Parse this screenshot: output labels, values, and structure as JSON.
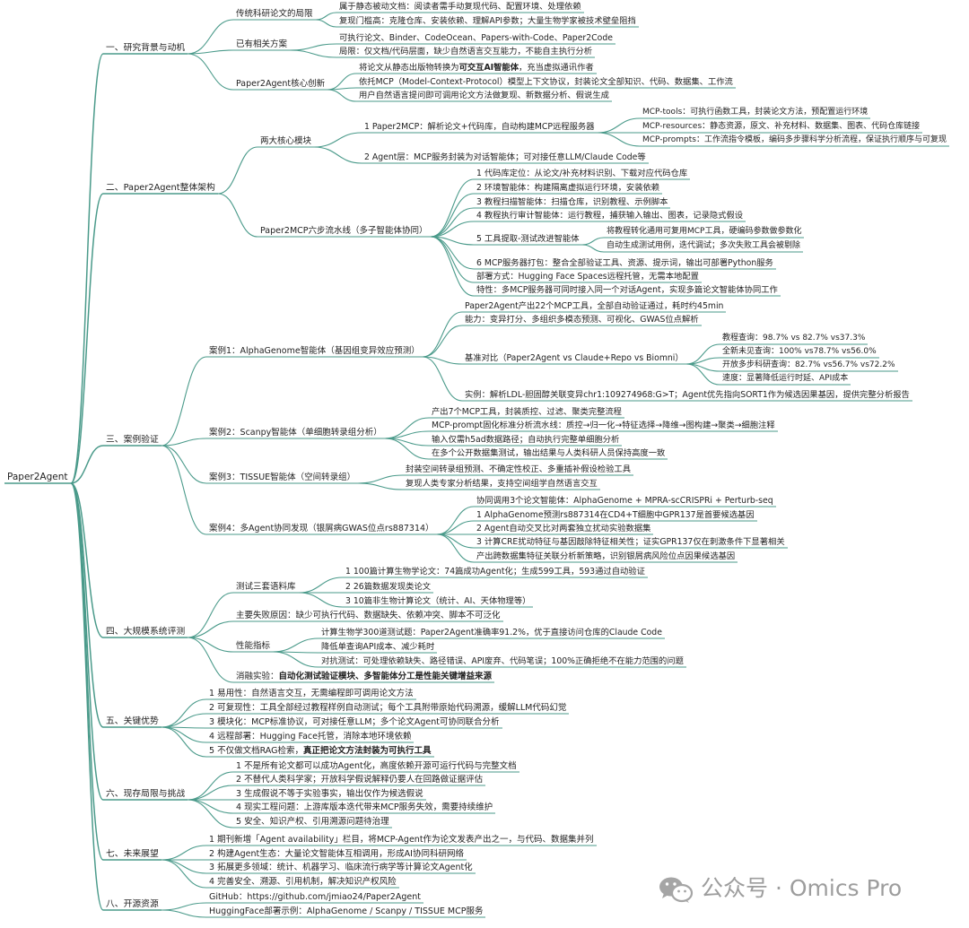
{
  "mindmap": {
    "root": "Paper2Agent",
    "nodes": [
      {
        "id": "s1",
        "parent": "root",
        "level": 1,
        "text": "一、研究背景与动机"
      },
      {
        "id": "s1a",
        "parent": "s1",
        "level": 2,
        "text": "传统科研论文的局限"
      },
      {
        "id": "s1a1",
        "parent": "s1a",
        "level": 3,
        "text": "属于静态被动文档：阅读者需手动复现代码、配置环境、处理依赖"
      },
      {
        "id": "s1a2",
        "parent": "s1a",
        "level": 3,
        "text": "复现门槛高：克隆仓库、安装依赖、理解API参数；大量生物学家被技术壁垒阻挡"
      },
      {
        "id": "s1b",
        "parent": "s1",
        "level": 2,
        "text": "已有相关方案"
      },
      {
        "id": "s1b1",
        "parent": "s1b",
        "level": 3,
        "text": "可执行论文、Binder、CodeOcean、Papers-with-Code、Paper2Code"
      },
      {
        "id": "s1b2",
        "parent": "s1b",
        "level": 3,
        "text": "局限：仅文档/代码层面，缺少自然语言交互能力，不能自主执行分析"
      },
      {
        "id": "s1c",
        "parent": "s1",
        "level": 2,
        "text": "Paper2Agent核心创新"
      },
      {
        "id": "s1c1",
        "parent": "s1c",
        "level": 3,
        "text": "将论文从静态出版物转换为",
        "bold": "可交互AI智能体",
        "after": "，充当虚拟通讯作者"
      },
      {
        "id": "s1c2",
        "parent": "s1c",
        "level": 3,
        "text": "依托MCP（Model-Context-Protocol）模型上下文协议，封装论文全部知识、代码、数据集、工作流"
      },
      {
        "id": "s1c3",
        "parent": "s1c",
        "level": 3,
        "text": "用户自然语言提问即可调用论文方法做复现、新数据分析、假说生成"
      },
      {
        "id": "s2",
        "parent": "root",
        "level": 1,
        "text": "二、Paper2Agent整体架构"
      },
      {
        "id": "s2a",
        "parent": "s2",
        "level": 2,
        "text": "两大核心模块"
      },
      {
        "id": "s2a1",
        "parent": "s2a",
        "level": 3,
        "text": "1 Paper2MCP：解析论文+代码库，自动构建MCP远程服务器"
      },
      {
        "id": "s2a1a",
        "parent": "s2a1",
        "level": 4,
        "text": "MCP-tools：可执行函数工具，封装论文方法，预配置运行环境"
      },
      {
        "id": "s2a1b",
        "parent": "s2a1",
        "level": 4,
        "text": "MCP-resources：静态资源，原文、补充材料、数据集、图表、代码仓库链接"
      },
      {
        "id": "s2a1c",
        "parent": "s2a1",
        "level": 4,
        "text": "MCP-prompts：工作流指令模板，编码多步骤科学分析流程，保证执行顺序与可复现"
      },
      {
        "id": "s2a2",
        "parent": "s2a",
        "level": 3,
        "text": "2 Agent层：MCP服务封装为对话智能体；可对接任意LLM/Claude Code等"
      },
      {
        "id": "s2b",
        "parent": "s2",
        "level": 2,
        "text": "Paper2MCP六步流水线（多子智能体协同）"
      },
      {
        "id": "s2b1",
        "parent": "s2b",
        "level": 3,
        "text": "1 代码库定位：从论文/补充材料识别、下载对应代码仓库"
      },
      {
        "id": "s2b2",
        "parent": "s2b",
        "level": 3,
        "text": "2 环境智能体：构建隔离虚拟运行环境，安装依赖"
      },
      {
        "id": "s2b3",
        "parent": "s2b",
        "level": 3,
        "text": "3 教程扫描智能体：扫描仓库，识别教程、示例脚本"
      },
      {
        "id": "s2b4",
        "parent": "s2b",
        "level": 3,
        "text": "4 教程执行审计智能体：运行教程，捕获输入输出、图表，记录隐式假设"
      },
      {
        "id": "s2b5",
        "parent": "s2b",
        "level": 3,
        "text": "5 工具提取-测试改进智能体"
      },
      {
        "id": "s2b5a",
        "parent": "s2b5",
        "level": 4,
        "text": "将教程转化通用可复用MCP工具，硬编码参数做参数化"
      },
      {
        "id": "s2b5b",
        "parent": "s2b5",
        "level": 4,
        "text": "自动生成测试用例，迭代调试；多次失败工具会被剔除"
      },
      {
        "id": "s2b6",
        "parent": "s2b",
        "level": 3,
        "text": "6 MCP服务器打包：整合全部验证工具、资源、提示词，输出可部署Python服务"
      },
      {
        "id": "s2b7",
        "parent": "s2b",
        "level": 3,
        "text": "部署方式：Hugging Face Spaces远程托管，无需本地配置"
      },
      {
        "id": "s2b8",
        "parent": "s2b",
        "level": 3,
        "text": "特性：多MCP服务器可同时接入同一个对话Agent，实现多篇论文智能体协同工作"
      },
      {
        "id": "s3",
        "parent": "root",
        "level": 1,
        "text": "三、案例验证"
      },
      {
        "id": "s3a",
        "parent": "s3",
        "level": 2,
        "text": "案例1：AlphaGenome智能体（基因组变异效应预测）"
      },
      {
        "id": "s3a1",
        "parent": "s3a",
        "level": 3,
        "text": "Paper2Agent产出22个MCP工具，全部自动验证通过，耗时约45min"
      },
      {
        "id": "s3a2",
        "parent": "s3a",
        "level": 3,
        "text": "能力：变异打分、多组织多模态预测、可视化、GWAS位点解析"
      },
      {
        "id": "s3a3",
        "parent": "s3a",
        "level": 3,
        "text": "基准对比（Paper2Agent vs Claude+Repo vs Biomni）"
      },
      {
        "id": "s3a3a",
        "parent": "s3a3",
        "level": 4,
        "text": "教程查询：98.7% vs 82.7% vs37.3%"
      },
      {
        "id": "s3a3b",
        "parent": "s3a3",
        "level": 4,
        "text": "全新未见查询：100% vs78.7% vs56.0%"
      },
      {
        "id": "s3a3c",
        "parent": "s3a3",
        "level": 4,
        "text": "开放多步科研查询：82.7% vs56.7% vs72.2%"
      },
      {
        "id": "s3a3d",
        "parent": "s3a3",
        "level": 4,
        "text": "速度：显著降低运行时延、API成本"
      },
      {
        "id": "s3a4",
        "parent": "s3a",
        "level": 3,
        "text": "实例：解析LDL-胆固醇关联变异chr1:109274968:G>T；Agent优先指向SORT1作为候选因果基因，提供完整分析报告"
      },
      {
        "id": "s3b",
        "parent": "s3",
        "level": 2,
        "text": "案例2：Scanpy智能体（单细胞转录组分析）"
      },
      {
        "id": "s3b1",
        "parent": "s3b",
        "level": 3,
        "text": "产出7个MCP工具，封装质控、过滤、聚类完整流程"
      },
      {
        "id": "s3b2",
        "parent": "s3b",
        "level": 3,
        "text": "MCP-prompt固化标准分析流水线：质控→归一化→特征选择→降维→图构建→聚类→细胞注释"
      },
      {
        "id": "s3b3",
        "parent": "s3b",
        "level": 3,
        "text": "输入仅需h5ad数据路径；自动执行完整单细胞分析"
      },
      {
        "id": "s3b4",
        "parent": "s3b",
        "level": 3,
        "text": "在多个公开数据集测试，输出结果与人类科研人员保持高度一致"
      },
      {
        "id": "s3c",
        "parent": "s3",
        "level": 2,
        "text": "案例3：TISSUE智能体（空间转录组）"
      },
      {
        "id": "s3c1",
        "parent": "s3c",
        "level": 3,
        "text": "封装空间转录组预测、不确定性校正、多重插补假设检验工具"
      },
      {
        "id": "s3c2",
        "parent": "s3c",
        "level": 3,
        "text": "复现人类专家分析结果，支持空间组学自然语言交互"
      },
      {
        "id": "s3d",
        "parent": "s3",
        "level": 2,
        "text": "案例4：多Agent协同发现（银屑病GWAS位点rs887314）"
      },
      {
        "id": "s3d1",
        "parent": "s3d",
        "level": 3,
        "text": "协同调用3个论文智能体：AlphaGenome + MPRA-scCRISPRi + Perturb-seq"
      },
      {
        "id": "s3d2",
        "parent": "s3d",
        "level": 3,
        "text": "1 AlphaGenome预测rs887314在CD4+T细胞中GPR137是首要候选基因"
      },
      {
        "id": "s3d3",
        "parent": "s3d",
        "level": 3,
        "text": "2 Agent自动交叉比对两套独立扰动实验数据集"
      },
      {
        "id": "s3d4",
        "parent": "s3d",
        "level": 3,
        "text": "3 计算CRE扰动特征与基因敲除特征相关性；证实GPR137仅在刺激条件下显著相关"
      },
      {
        "id": "s3d5",
        "parent": "s3d",
        "level": 3,
        "text": "产出跨数据集特征关联分析新策略，识别银屑病风险位点因果候选基因"
      },
      {
        "id": "s4",
        "parent": "root",
        "level": 1,
        "text": "四、大规模系统评测"
      },
      {
        "id": "s4a",
        "parent": "s4",
        "level": 2,
        "text": "测试三套语料库"
      },
      {
        "id": "s4a1",
        "parent": "s4a",
        "level": 3,
        "text": "1 100篇计算生物学论文：74篇成功Agent化；生成599工具，593通过自动验证"
      },
      {
        "id": "s4a2",
        "parent": "s4a",
        "level": 3,
        "text": "2 26篇数据发现类论文"
      },
      {
        "id": "s4a3",
        "parent": "s4a",
        "level": 3,
        "text": "3 10篇非生物计算论文（统计、AI、天体物理等）"
      },
      {
        "id": "s4b",
        "parent": "s4",
        "level": 2,
        "text": "主要失败原因：缺少可执行代码、数据缺失、依赖冲突、脚本不可泛化"
      },
      {
        "id": "s4c",
        "parent": "s4",
        "level": 2,
        "text": "性能指标"
      },
      {
        "id": "s4c1",
        "parent": "s4c",
        "level": 3,
        "text": "计算生物学300道测试题：Paper2Agent准确率91.2%，优于直接访问仓库的Claude Code"
      },
      {
        "id": "s4c2",
        "parent": "s4c",
        "level": 3,
        "text": "降低单查询API成本、减少耗时"
      },
      {
        "id": "s4c3",
        "parent": "s4c",
        "level": 3,
        "text": "对抗测试：可处理依赖缺失、路径错误、API废弃、代码笔误；100%正确拒绝不在能力范围的问题"
      },
      {
        "id": "s4d",
        "parent": "s4",
        "level": 2,
        "text": "消融实验：",
        "bold": "自动化测试验证模块、多智能体分工是性能关键增益来源",
        "after": ""
      },
      {
        "id": "s5",
        "parent": "root",
        "level": 1,
        "text": "五、关键优势"
      },
      {
        "id": "s5a",
        "parent": "s5",
        "level": 2,
        "text": "1 易用性：自然语言交互，无需编程即可调用论文方法"
      },
      {
        "id": "s5b",
        "parent": "s5",
        "level": 2,
        "text": "2 可复现性：工具全部经过教程样例自动测试；每个工具附带原始代码溯源，缓解LLM代码幻觉"
      },
      {
        "id": "s5c",
        "parent": "s5",
        "level": 2,
        "text": "3 模块化：MCP标准协议，可对接任意LLM；多个论文Agent可协同联合分析"
      },
      {
        "id": "s5d",
        "parent": "s5",
        "level": 2,
        "text": "4 远程部署：Hugging Face托管，消除本地环境依赖"
      },
      {
        "id": "s5e",
        "parent": "s5",
        "level": 2,
        "text": "5 不仅做文档RAG检索，",
        "bold": "真正把论文方法封装为可执行工具",
        "after": ""
      },
      {
        "id": "s6",
        "parent": "root",
        "level": 1,
        "text": "六、现存局限与挑战"
      },
      {
        "id": "s6a",
        "parent": "s6",
        "level": 2,
        "text": "1 不是所有论文都可以成功Agent化，高度依赖开源可运行代码与完整文档"
      },
      {
        "id": "s6b",
        "parent": "s6",
        "level": 2,
        "text": "2 不替代人类科学家；开放科学假说解释仍要人在回路做证据评估"
      },
      {
        "id": "s6c",
        "parent": "s6",
        "level": 2,
        "text": "3 生成假说不等于实验事实，输出仅作为候选假说"
      },
      {
        "id": "s6d",
        "parent": "s6",
        "level": 2,
        "text": "4 现实工程问题：上游库版本迭代带来MCP服务失效，需要持续维护"
      },
      {
        "id": "s6e",
        "parent": "s6",
        "level": 2,
        "text": "5 安全、知识产权、引用溯源问题待治理"
      },
      {
        "id": "s7",
        "parent": "root",
        "level": 1,
        "text": "七、未来展望"
      },
      {
        "id": "s7a",
        "parent": "s7",
        "level": 2,
        "text": "1 期刊新增「Agent availability」栏目，将MCP-Agent作为论文发表产出之一，与代码、数据集并列"
      },
      {
        "id": "s7b",
        "parent": "s7",
        "level": 2,
        "text": "2 构建Agent生态：大量论文智能体互相调用，形成AI协同科研网络"
      },
      {
        "id": "s7c",
        "parent": "s7",
        "level": 2,
        "text": "3 拓展更多领域：统计、机器学习、临床流行病学等计算论文Agent化"
      },
      {
        "id": "s7d",
        "parent": "s7",
        "level": 2,
        "text": "4 完善安全、溯源、引用机制，解决知识产权风险"
      },
      {
        "id": "s8",
        "parent": "root",
        "level": 1,
        "text": "八、开源资源"
      },
      {
        "id": "s8a",
        "parent": "s8",
        "level": 2,
        "text": "GitHub：https://github.com/jmiao24/Paper2Agent"
      },
      {
        "id": "s8b",
        "parent": "s8",
        "level": 2,
        "text": "HuggingFace部署示例：AlphaGenome / Scanpy / TISSUE MCP服务"
      }
    ]
  },
  "watermark": {
    "text": "公众号 · Omics Pro",
    "icon": "wechat-icon"
  },
  "colors": {
    "line": "#4a9a8a",
    "text": "#222222",
    "watermark": "#9d9d9d"
  }
}
